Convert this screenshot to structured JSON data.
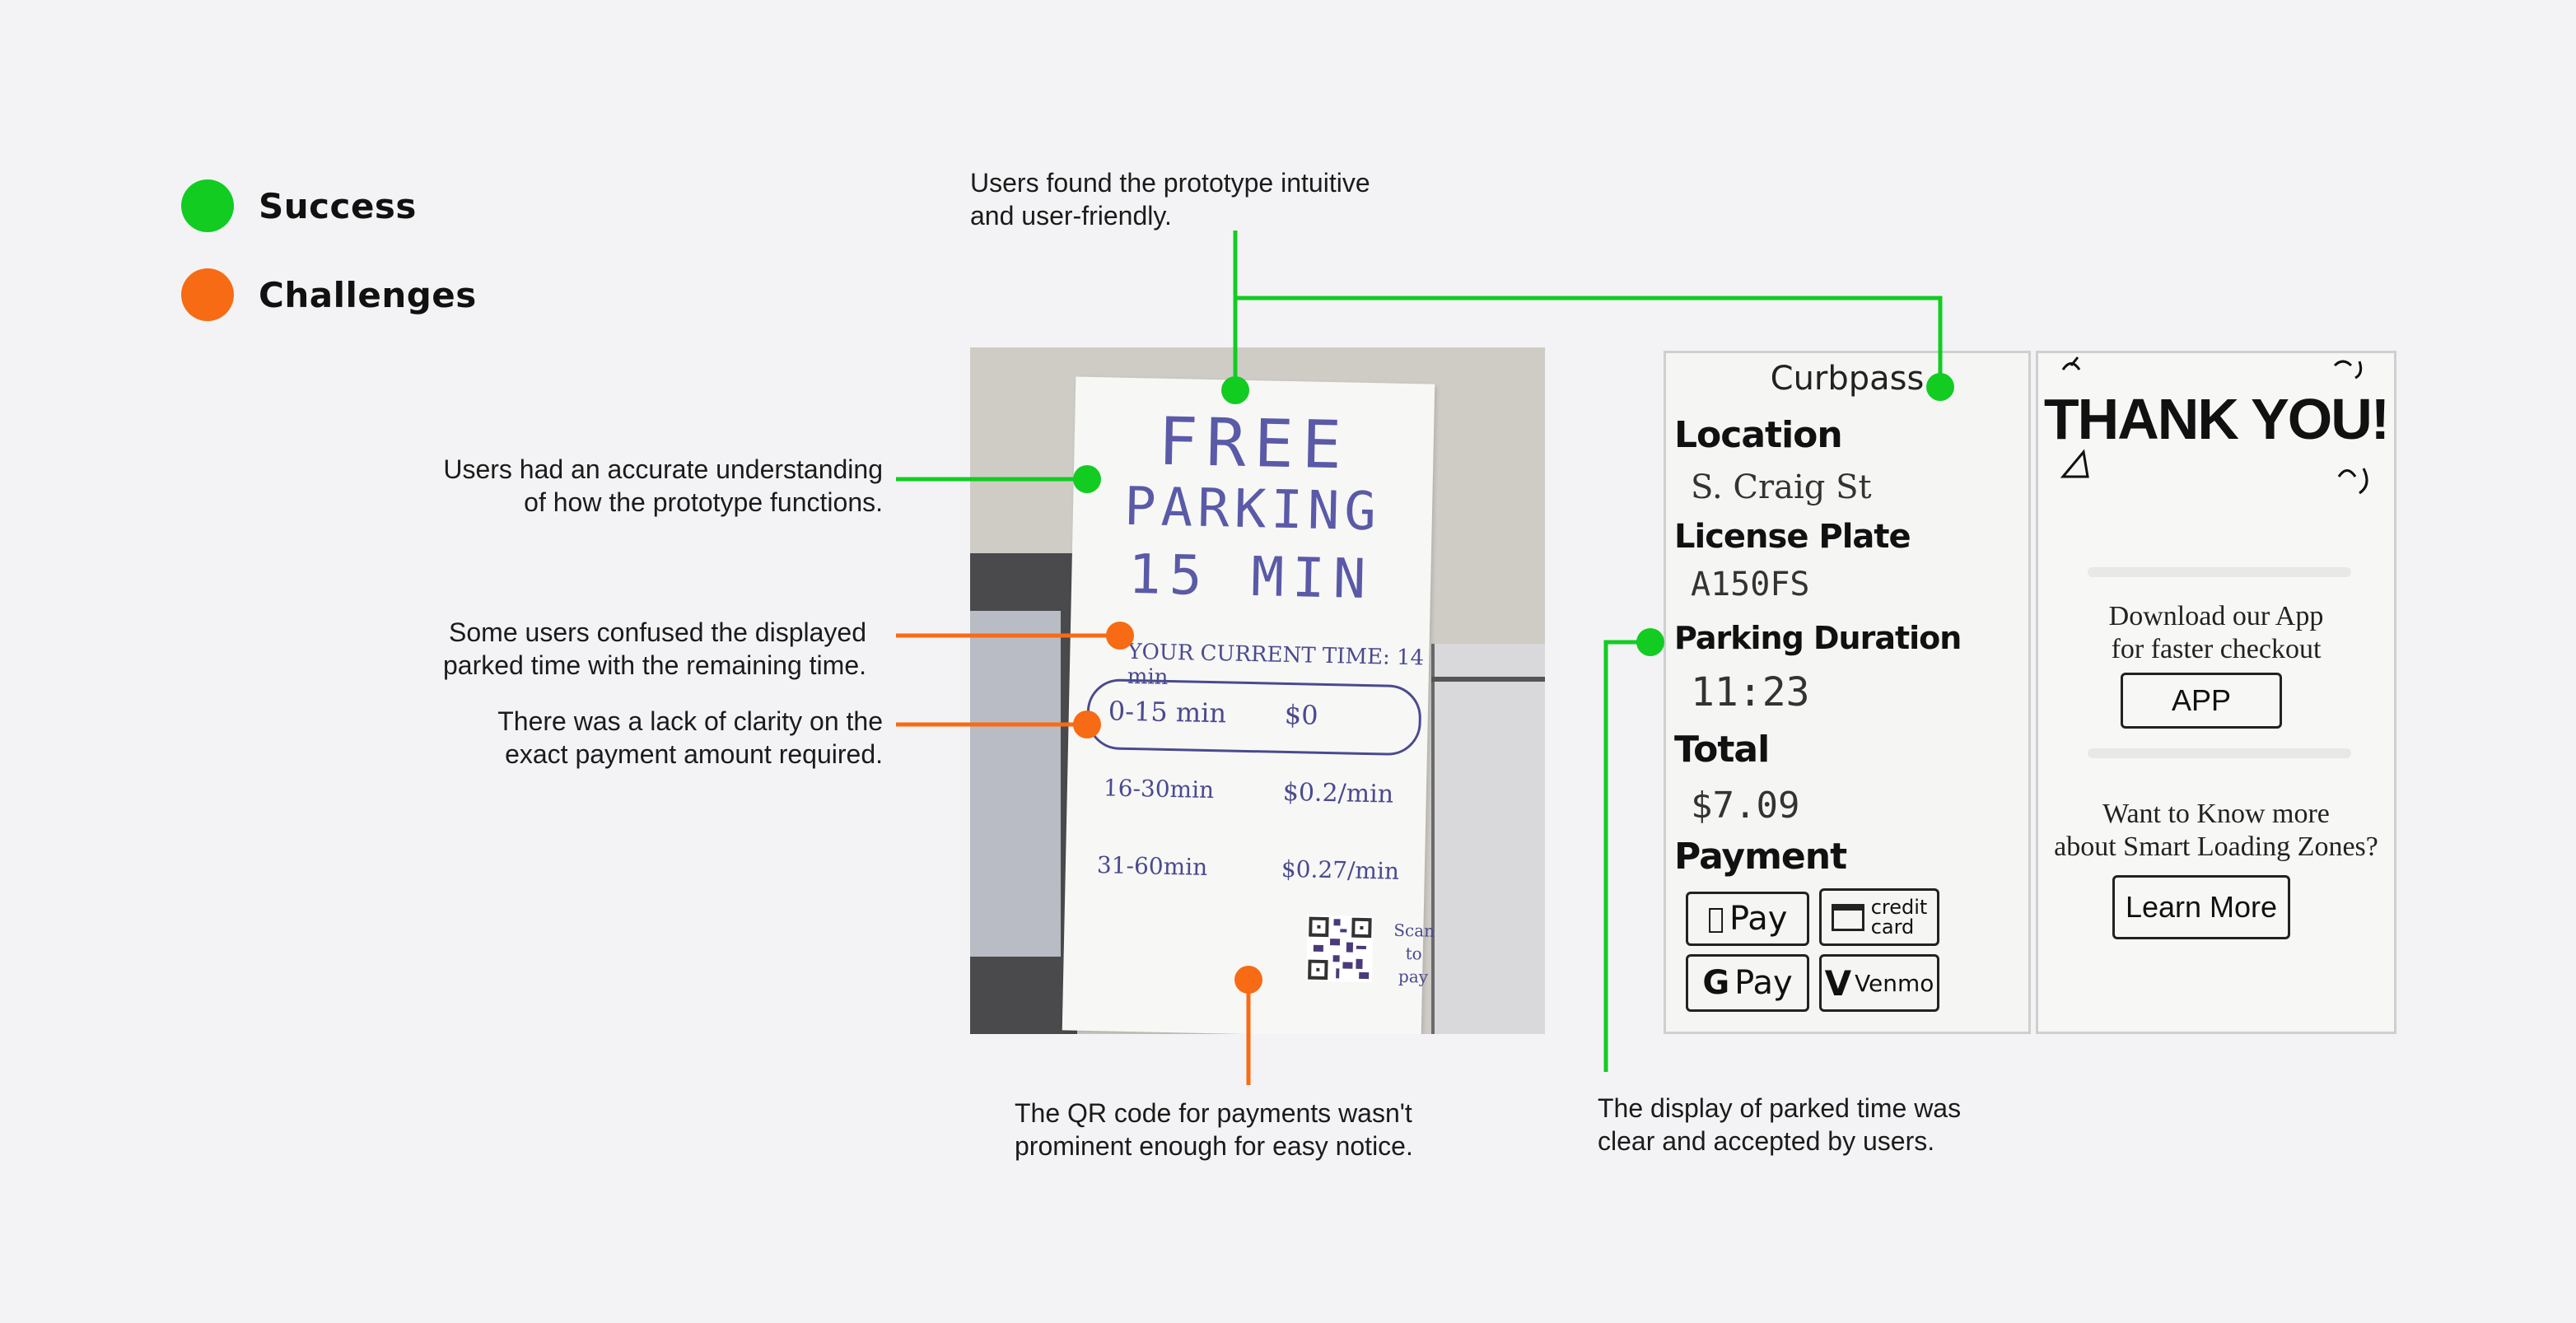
{
  "legend": {
    "success": {
      "label": "Success",
      "color": "#12cc22"
    },
    "challenges": {
      "label": "Challenges",
      "color": "#f76b15"
    }
  },
  "callouts": {
    "intuitive": [
      "Users found the prototype intuitive",
      "and user-friendly."
    ],
    "understanding": [
      "Users had an accurate understanding",
      "of how the prototype functions."
    ],
    "confused": [
      "Some users confused the displayed",
      "parked time with the remaining time."
    ],
    "clarity": [
      "There was a lack of clarity on the",
      "exact payment amount required."
    ],
    "qr": [
      "The QR code for payments wasn't",
      "prominent enough for easy notice."
    ],
    "parked": [
      "The display of parked time was",
      "clear and accepted by users."
    ]
  },
  "sign": {
    "line1": "FREE",
    "line2": "PARKING",
    "line3": "15 MIN",
    "current_time": "YOUR CURRENT TIME: 14 min",
    "rates": [
      {
        "range": "0-15 min",
        "price": "$0"
      },
      {
        "range": "16-30min",
        "price": "$0.2/min"
      },
      {
        "range": "31-60min",
        "price": "$0.27/min"
      }
    ],
    "scan": [
      "Scan",
      "to",
      "pay"
    ]
  },
  "screen": {
    "title": "Curbpass",
    "location_label": "Location",
    "location_value": "S. Craig St",
    "plate_label": "License Plate",
    "plate_value": "A150FS",
    "duration_label": "Parking Duration",
    "duration_value": "11:23",
    "total_label": "Total",
    "total_value": "$7.09",
    "payment_label": "Payment",
    "apple_pay": "Pay",
    "credit_card": [
      "credit",
      "card"
    ],
    "google_pay": "Pay",
    "venmo": "Venmo"
  },
  "thanks": {
    "heading": "THANK YOU!",
    "download": [
      "Download our App",
      "for faster checkout"
    ],
    "app_button": "APP",
    "more": [
      "Want to Know more",
      "about Smart Loading Zones?"
    ],
    "learn_button": "Learn More"
  }
}
